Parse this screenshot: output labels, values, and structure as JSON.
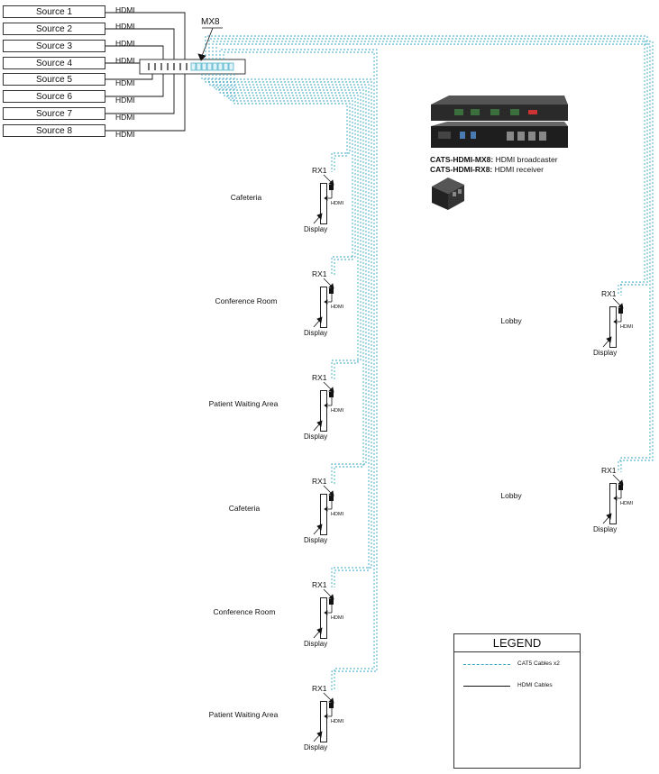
{
  "sources": [
    {
      "label": "Source 1",
      "cable": "HDMI"
    },
    {
      "label": "Source 2",
      "cable": "HDMI"
    },
    {
      "label": "Source 3",
      "cable": "HDMI"
    },
    {
      "label": "Source 4",
      "cable": "HDMI"
    },
    {
      "label": "Source 5",
      "cable": "HDMI"
    },
    {
      "label": "Source 6",
      "cable": "HDMI"
    },
    {
      "label": "Source 7",
      "cable": "HDMI"
    },
    {
      "label": "Source 8",
      "cable": "HDMI"
    }
  ],
  "broadcaster": {
    "label": "MX8"
  },
  "receivers": [
    {
      "room": "Cafeteria",
      "rx": "RX1",
      "display": "Display",
      "cable": "HDMI"
    },
    {
      "room": "Conference Room",
      "rx": "RX1",
      "display": "Display",
      "cable": "HDMI"
    },
    {
      "room": "Patient Waiting Area",
      "rx": "RX1",
      "display": "Display",
      "cable": "HDMI"
    },
    {
      "room": "Cafeteria",
      "rx": "RX1",
      "display": "Display",
      "cable": "HDMI"
    },
    {
      "room": "Conference Room",
      "rx": "RX1",
      "display": "Display",
      "cable": "HDMI"
    },
    {
      "room": "Patient Waiting Area",
      "rx": "RX1",
      "display": "Display",
      "cable": "HDMI"
    },
    {
      "room": "Lobby",
      "rx": "RX1",
      "display": "Display",
      "cable": "HDMI"
    },
    {
      "room": "Lobby",
      "rx": "RX1",
      "display": "Display",
      "cable": "HDMI"
    }
  ],
  "products": {
    "mx8_model": "CATS-HDMI-MX8:",
    "mx8_desc": " HDMI broadcaster",
    "rx8_model": "CATS-HDMI-RX8:",
    "rx8_desc": " HDMI receiver"
  },
  "legend": {
    "title": "LEGEND",
    "cat5_label": "CAT5 Cables x2",
    "hdmi_label": "HDMI Cables"
  },
  "colors": {
    "cat5": "#3aa7c4",
    "hdmi": "#111111"
  }
}
